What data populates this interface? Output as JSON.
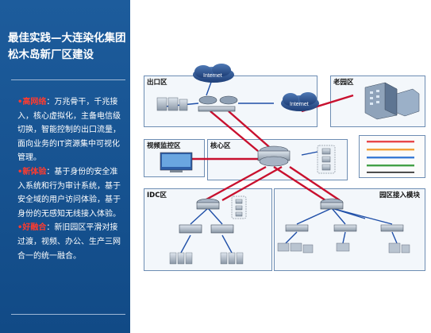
{
  "title": "最佳实践—大连染化集团松木岛新厂区建设",
  "sections": [
    {
      "tag": "•高网络",
      "text": "：万兆骨干，千兆接入，核心虚拟化，主备电信级切换，智能控制的出口流量，面向业务的IT资源集中可视化管理。"
    },
    {
      "tag": "•新体验",
      "text": "：基于身份的安全准入系统和行为审计系统，基于安全域的用户访问体验，基于身份的无感知无线接入体验。"
    },
    {
      "tag": "•好融合",
      "text": "：新旧园区平滑对接过渡，视频、办公、生产三网合一的统一融合。"
    }
  ],
  "zones": {
    "exit": "出口区",
    "old_park": "老园区",
    "video": "视频监控区",
    "core": "核心区",
    "idc": "IDC区",
    "park_access": "园区接入模块"
  },
  "internet_labels": [
    "Internet",
    "Internet"
  ],
  "legend": [
    {
      "color": "#e8474a"
    },
    {
      "color": "#f2a23a"
    },
    {
      "color": "#3a7bd5"
    },
    {
      "color": "#43a047"
    },
    {
      "color": "#222222"
    }
  ],
  "colors": {
    "panel": "#1d5c9c",
    "highlight": "#ff3b2f",
    "link_red": "#c8102e",
    "link_blue": "#1f4fa8"
  }
}
